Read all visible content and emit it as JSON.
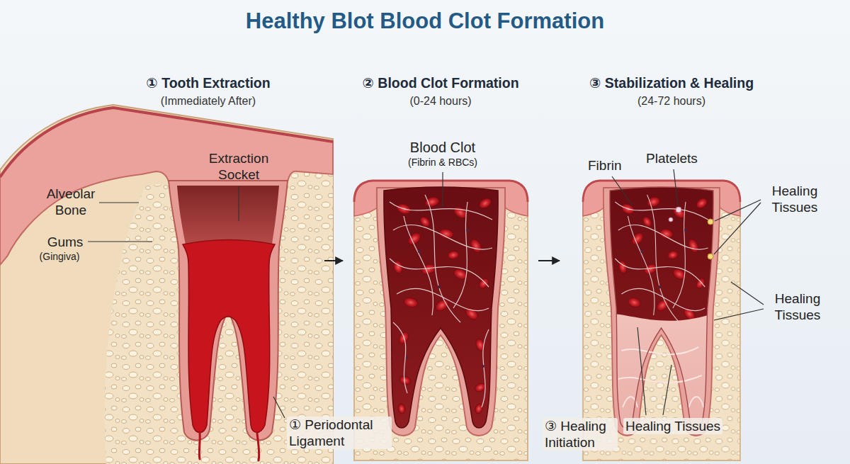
{
  "diagram": {
    "title": "Healthy Blot Blood Clot Formation",
    "nodes": [
      {
        "text": [
          "① Tooth Extraction",
          "(Immediately After)"
        ]
      },
      {
        "text": [
          "② Blood Clot Formation",
          "(0-24 hours)"
        ]
      },
      {
        "text": [
          "③ Stabilization & Healing",
          "(24-72 hours)"
        ]
      }
    ],
    "edges": [
      {
        "from": 0,
        "to": 1,
        "arrow": "to"
      },
      {
        "from": 1,
        "to": 2,
        "arrow": "to"
      }
    ],
    "labels": [
      "Alveolar Bone",
      "Gums",
      "(Gingiva)",
      "Extraction Socket",
      "① Periodontal Ligament",
      "Blood Clot",
      "(Fibrin & RBCs)",
      "Fibrin",
      "Platelets",
      "Healing Tissues",
      "Healing Tissues",
      "③ Healing Initiation",
      "Healing Tissues"
    ]
  }
}
